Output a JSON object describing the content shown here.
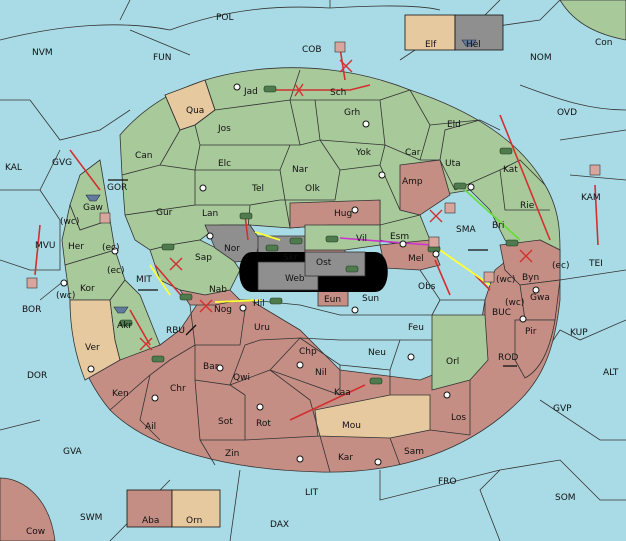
{
  "colors": {
    "sea": "#a9dbe6",
    "land_green": "#a8c99a",
    "land_rose": "#c58e84",
    "land_tan": "#e7c9a0",
    "land_gray": "#8f8f8f",
    "hub_black": "#000000",
    "move": "#d32f2f",
    "support": "#ffff33",
    "convoy": "#cc33cc",
    "hold": "#66dd33",
    "unit_fill": "#4e7a4e",
    "unit_blue": "#627a9c"
  },
  "icons": {
    "army": "tank-icon",
    "fleet": "ship-icon",
    "supply_center": "supply-center-icon",
    "failed": "x-cross-icon",
    "dislodged": "dislodged-unit-icon",
    "bidirectional": "double-arrow-icon"
  },
  "legend": [
    {
      "id": "elf",
      "label": "Elf",
      "color": "#e7c9a0"
    },
    {
      "id": "hel",
      "label": "Hel",
      "color": "#8f8f8f"
    },
    {
      "id": "aba",
      "label": "Aba",
      "color": "#c58e84"
    },
    {
      "id": "orn",
      "label": "Orn",
      "color": "#e7c9a0"
    }
  ],
  "seas": [
    {
      "id": "pol",
      "label": "POL"
    },
    {
      "id": "cob",
      "label": "COB"
    },
    {
      "id": "nvm",
      "label": "NVM"
    },
    {
      "id": "fun",
      "label": "FUN"
    },
    {
      "id": "nom",
      "label": "NOM"
    },
    {
      "id": "con",
      "label": "Con"
    },
    {
      "id": "ovd",
      "label": "OVD"
    },
    {
      "id": "kal",
      "label": "KAL"
    },
    {
      "id": "gvg",
      "label": "GVG"
    },
    {
      "id": "gor",
      "label": "GOR"
    },
    {
      "id": "mvu",
      "label": "MVU"
    },
    {
      "id": "bor",
      "label": "BOR"
    },
    {
      "id": "mit",
      "label": "MIT"
    },
    {
      "id": "rbu",
      "label": "RBU"
    },
    {
      "id": "dor",
      "label": "DOR"
    },
    {
      "id": "gva",
      "label": "GVA"
    },
    {
      "id": "swm",
      "label": "SWM"
    },
    {
      "id": "dax",
      "label": "DAX"
    },
    {
      "id": "lit",
      "label": "LIT"
    },
    {
      "id": "fro",
      "label": "FRO"
    },
    {
      "id": "som",
      "label": "SOM"
    },
    {
      "id": "gvp",
      "label": "GVP"
    },
    {
      "id": "alt",
      "label": "ALT"
    },
    {
      "id": "kup",
      "label": "KUP"
    },
    {
      "id": "rod",
      "label": "ROD"
    },
    {
      "id": "buc",
      "label": "BUC"
    },
    {
      "id": "tei",
      "label": "TEI"
    },
    {
      "id": "kam",
      "label": "KAM"
    },
    {
      "id": "sma",
      "label": "SMA"
    }
  ],
  "provinces": [
    {
      "id": "jad",
      "label": "Jad"
    },
    {
      "id": "sch",
      "label": "Sch"
    },
    {
      "id": "qua",
      "label": "Qua"
    },
    {
      "id": "jos",
      "label": "Jos"
    },
    {
      "id": "grh",
      "label": "Grh"
    },
    {
      "id": "eld",
      "label": "Eld"
    },
    {
      "id": "can",
      "label": "Can"
    },
    {
      "id": "elc",
      "label": "Elc"
    },
    {
      "id": "nar",
      "label": "Nar"
    },
    {
      "id": "yok",
      "label": "Yok"
    },
    {
      "id": "car",
      "label": "Car"
    },
    {
      "id": "uta",
      "label": "Uta"
    },
    {
      "id": "kat",
      "label": "Kat"
    },
    {
      "id": "tel",
      "label": "Tel"
    },
    {
      "id": "olk",
      "label": "Olk"
    },
    {
      "id": "amp",
      "label": "Amp"
    },
    {
      "id": "rie",
      "label": "Rie"
    },
    {
      "id": "gaw",
      "label": "Gaw"
    },
    {
      "id": "gur",
      "label": "Gur"
    },
    {
      "id": "lan",
      "label": "Lan"
    },
    {
      "id": "hug",
      "label": "Hug"
    },
    {
      "id": "bri",
      "label": "Bri"
    },
    {
      "id": "esm",
      "label": "Esm"
    },
    {
      "id": "her",
      "label": "Her"
    },
    {
      "id": "nor",
      "label": "Nor"
    },
    {
      "id": "skr",
      "label": "Skr"
    },
    {
      "id": "vil",
      "label": "Vil"
    },
    {
      "id": "sap",
      "label": "Sap"
    },
    {
      "id": "ost",
      "label": "Ost"
    },
    {
      "id": "web",
      "label": "Web"
    },
    {
      "id": "mel",
      "label": "Mel"
    },
    {
      "id": "byn",
      "label": "Byn"
    },
    {
      "id": "kor",
      "label": "Kor"
    },
    {
      "id": "nab",
      "label": "Nab"
    },
    {
      "id": "obs",
      "label": "Obs"
    },
    {
      "id": "eun",
      "label": "Eun"
    },
    {
      "id": "sun",
      "label": "Sun"
    },
    {
      "id": "hil",
      "label": "Hil"
    },
    {
      "id": "gwa",
      "label": "Gwa"
    },
    {
      "id": "nog",
      "label": "Nog"
    },
    {
      "id": "akr",
      "label": "Akr"
    },
    {
      "id": "uru",
      "label": "Uru"
    },
    {
      "id": "feu",
      "label": "Feu"
    },
    {
      "id": "pir",
      "label": "Pir"
    },
    {
      "id": "ver",
      "label": "Ver"
    },
    {
      "id": "chp",
      "label": "Chp"
    },
    {
      "id": "neu",
      "label": "Neu"
    },
    {
      "id": "orl",
      "label": "Orl"
    },
    {
      "id": "bar",
      "label": "Bar"
    },
    {
      "id": "qwi",
      "label": "Qwi"
    },
    {
      "id": "nil",
      "label": "Nil"
    },
    {
      "id": "ken",
      "label": "Ken"
    },
    {
      "id": "chr",
      "label": "Chr"
    },
    {
      "id": "kaa",
      "label": "Kaa"
    },
    {
      "id": "ail",
      "label": "Ail"
    },
    {
      "id": "sot",
      "label": "Sot"
    },
    {
      "id": "rot",
      "label": "Rot"
    },
    {
      "id": "mou",
      "label": "Mou"
    },
    {
      "id": "los",
      "label": "Los"
    },
    {
      "id": "sam",
      "label": "Sam"
    },
    {
      "id": "zin",
      "label": "Zin"
    },
    {
      "id": "kar",
      "label": "Kar"
    },
    {
      "id": "cow",
      "label": "Cow"
    }
  ],
  "coast_tags": [
    {
      "id": "wc_gaw",
      "label": "(wc)"
    },
    {
      "id": "ec_her",
      "label": "(ec)"
    },
    {
      "id": "ec_kor",
      "label": "(ec)"
    },
    {
      "id": "wc_kor",
      "label": "(wc)"
    },
    {
      "id": "wc_byn",
      "label": "(wc)"
    },
    {
      "id": "ec_byn",
      "label": "(ec)"
    },
    {
      "id": "wc_gwa",
      "label": "(wc)"
    }
  ]
}
